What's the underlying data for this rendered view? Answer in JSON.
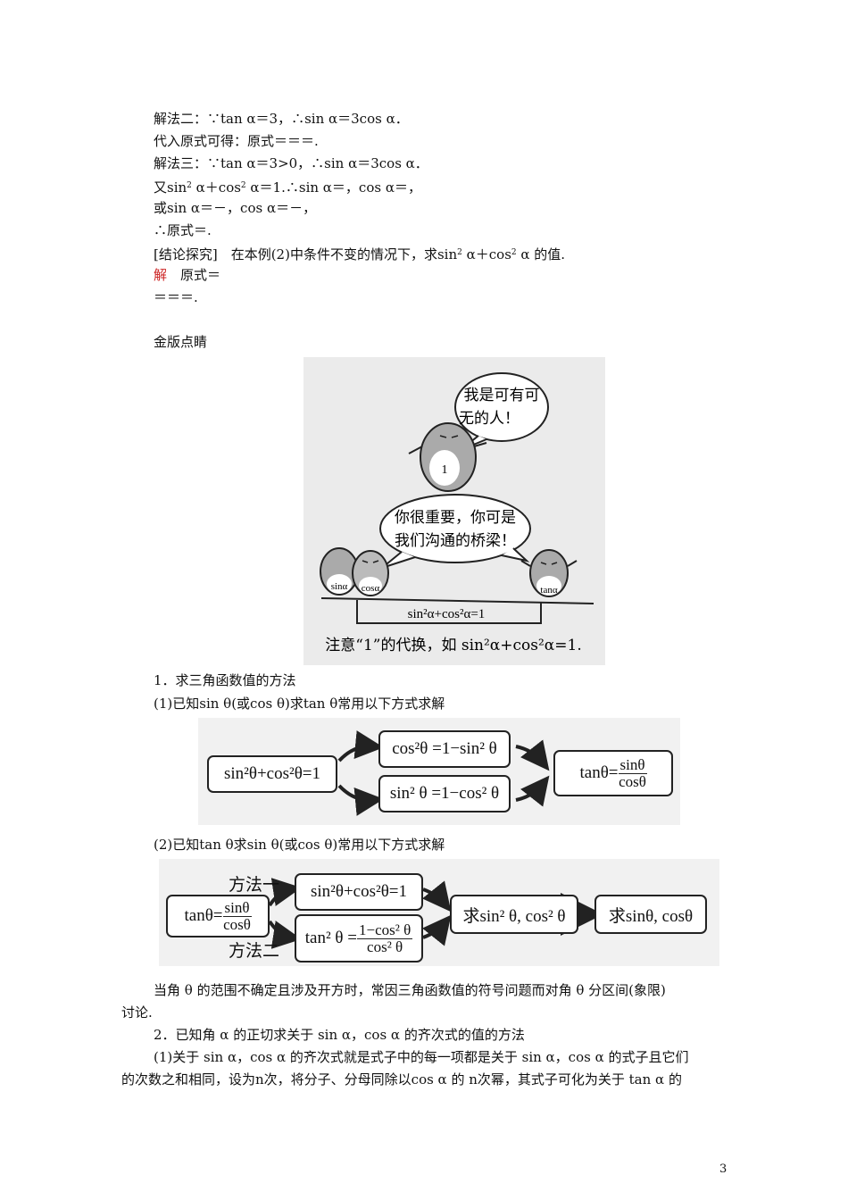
{
  "lines": {
    "l1": "解法二：∵tan α＝3，∴sin α＝3cos α．",
    "l2": "代入原式可得：原式＝＝＝.",
    "l3": "解法三：∵tan α＝3>0，∴sin α＝3cos α．",
    "l4a": "又sin",
    "l4b": " α＋cos",
    "l4c": " α＝1.∴sin α＝，cos α＝，",
    "l5": "或sin α＝－，cos α＝－，",
    "l6": "∴原式＝.",
    "l7a": "[结论探究]　在本例(2)中条件不变的情况下，求sin",
    "l7b": " α＋cos",
    "l7c": " α 的值.",
    "l8_red": "解",
    "l8": "　原式＝",
    "l9": "＝＝＝.",
    "l10": "金版点睛"
  },
  "sup2": "2",
  "illustration": {
    "bubble_top_1": "我是可有可",
    "bubble_top_2": "无的人！",
    "penguin_center": "1",
    "bubble_mid_1": "你很重要，你可是",
    "bubble_mid_2": "我们沟通的桥梁！",
    "penguin_sin": "sinα",
    "penguin_cos": "cosα",
    "penguin_tan": "tanα",
    "bridge_label": "sin²α+cos²α=1",
    "caption": "注意“1”的代换，如 sin²α+cos²α=1."
  },
  "section1": {
    "title": "1．求三角函数值的方法",
    "sub1": "(1)已知sin θ(或cos θ)求tan θ常用以下方式求解",
    "sub2": "(2)已知tan θ求sin θ(或cos θ)常用以下方式求解"
  },
  "diagram1": {
    "start": "sin²θ+cos²θ=1",
    "top": "cos²θ =1−sin² θ",
    "bottom": "sin² θ =1−cos² θ",
    "end_left": "tanθ=",
    "end_num": "sinθ",
    "end_den": "cosθ"
  },
  "diagram2": {
    "method1": "方法一",
    "method2": "方法二",
    "start_left": "tanθ=",
    "start_num": "sinθ",
    "start_den": "cosθ",
    "top": "sin²θ+cos²θ=1",
    "bottom_left": "tan² θ =",
    "bottom_num": "1−cos² θ",
    "bottom_den": "cos² θ",
    "mid": "求sin² θ, cos² θ",
    "end": "求sinθ, cosθ"
  },
  "paragraphs": {
    "p1a": "当角 θ 的范围不确定且涉及开方时，常因三角函数值的符号问题而对角 θ 分区间(象限)",
    "p1b": "讨论.",
    "p2": "2．已知角 α 的正切求关于 sin α，cos α 的齐次式的值的方法",
    "p3a": "(1)关于 sin α，cos α 的齐次式就是式子中的每一项都是关于 sin α，cos α 的式子且它们",
    "p3b": "的次数之和相同，设为n次，将分子、分母同除以cos α 的 n次幂，其式子可化为关于 tan α 的"
  },
  "page_number": "3"
}
